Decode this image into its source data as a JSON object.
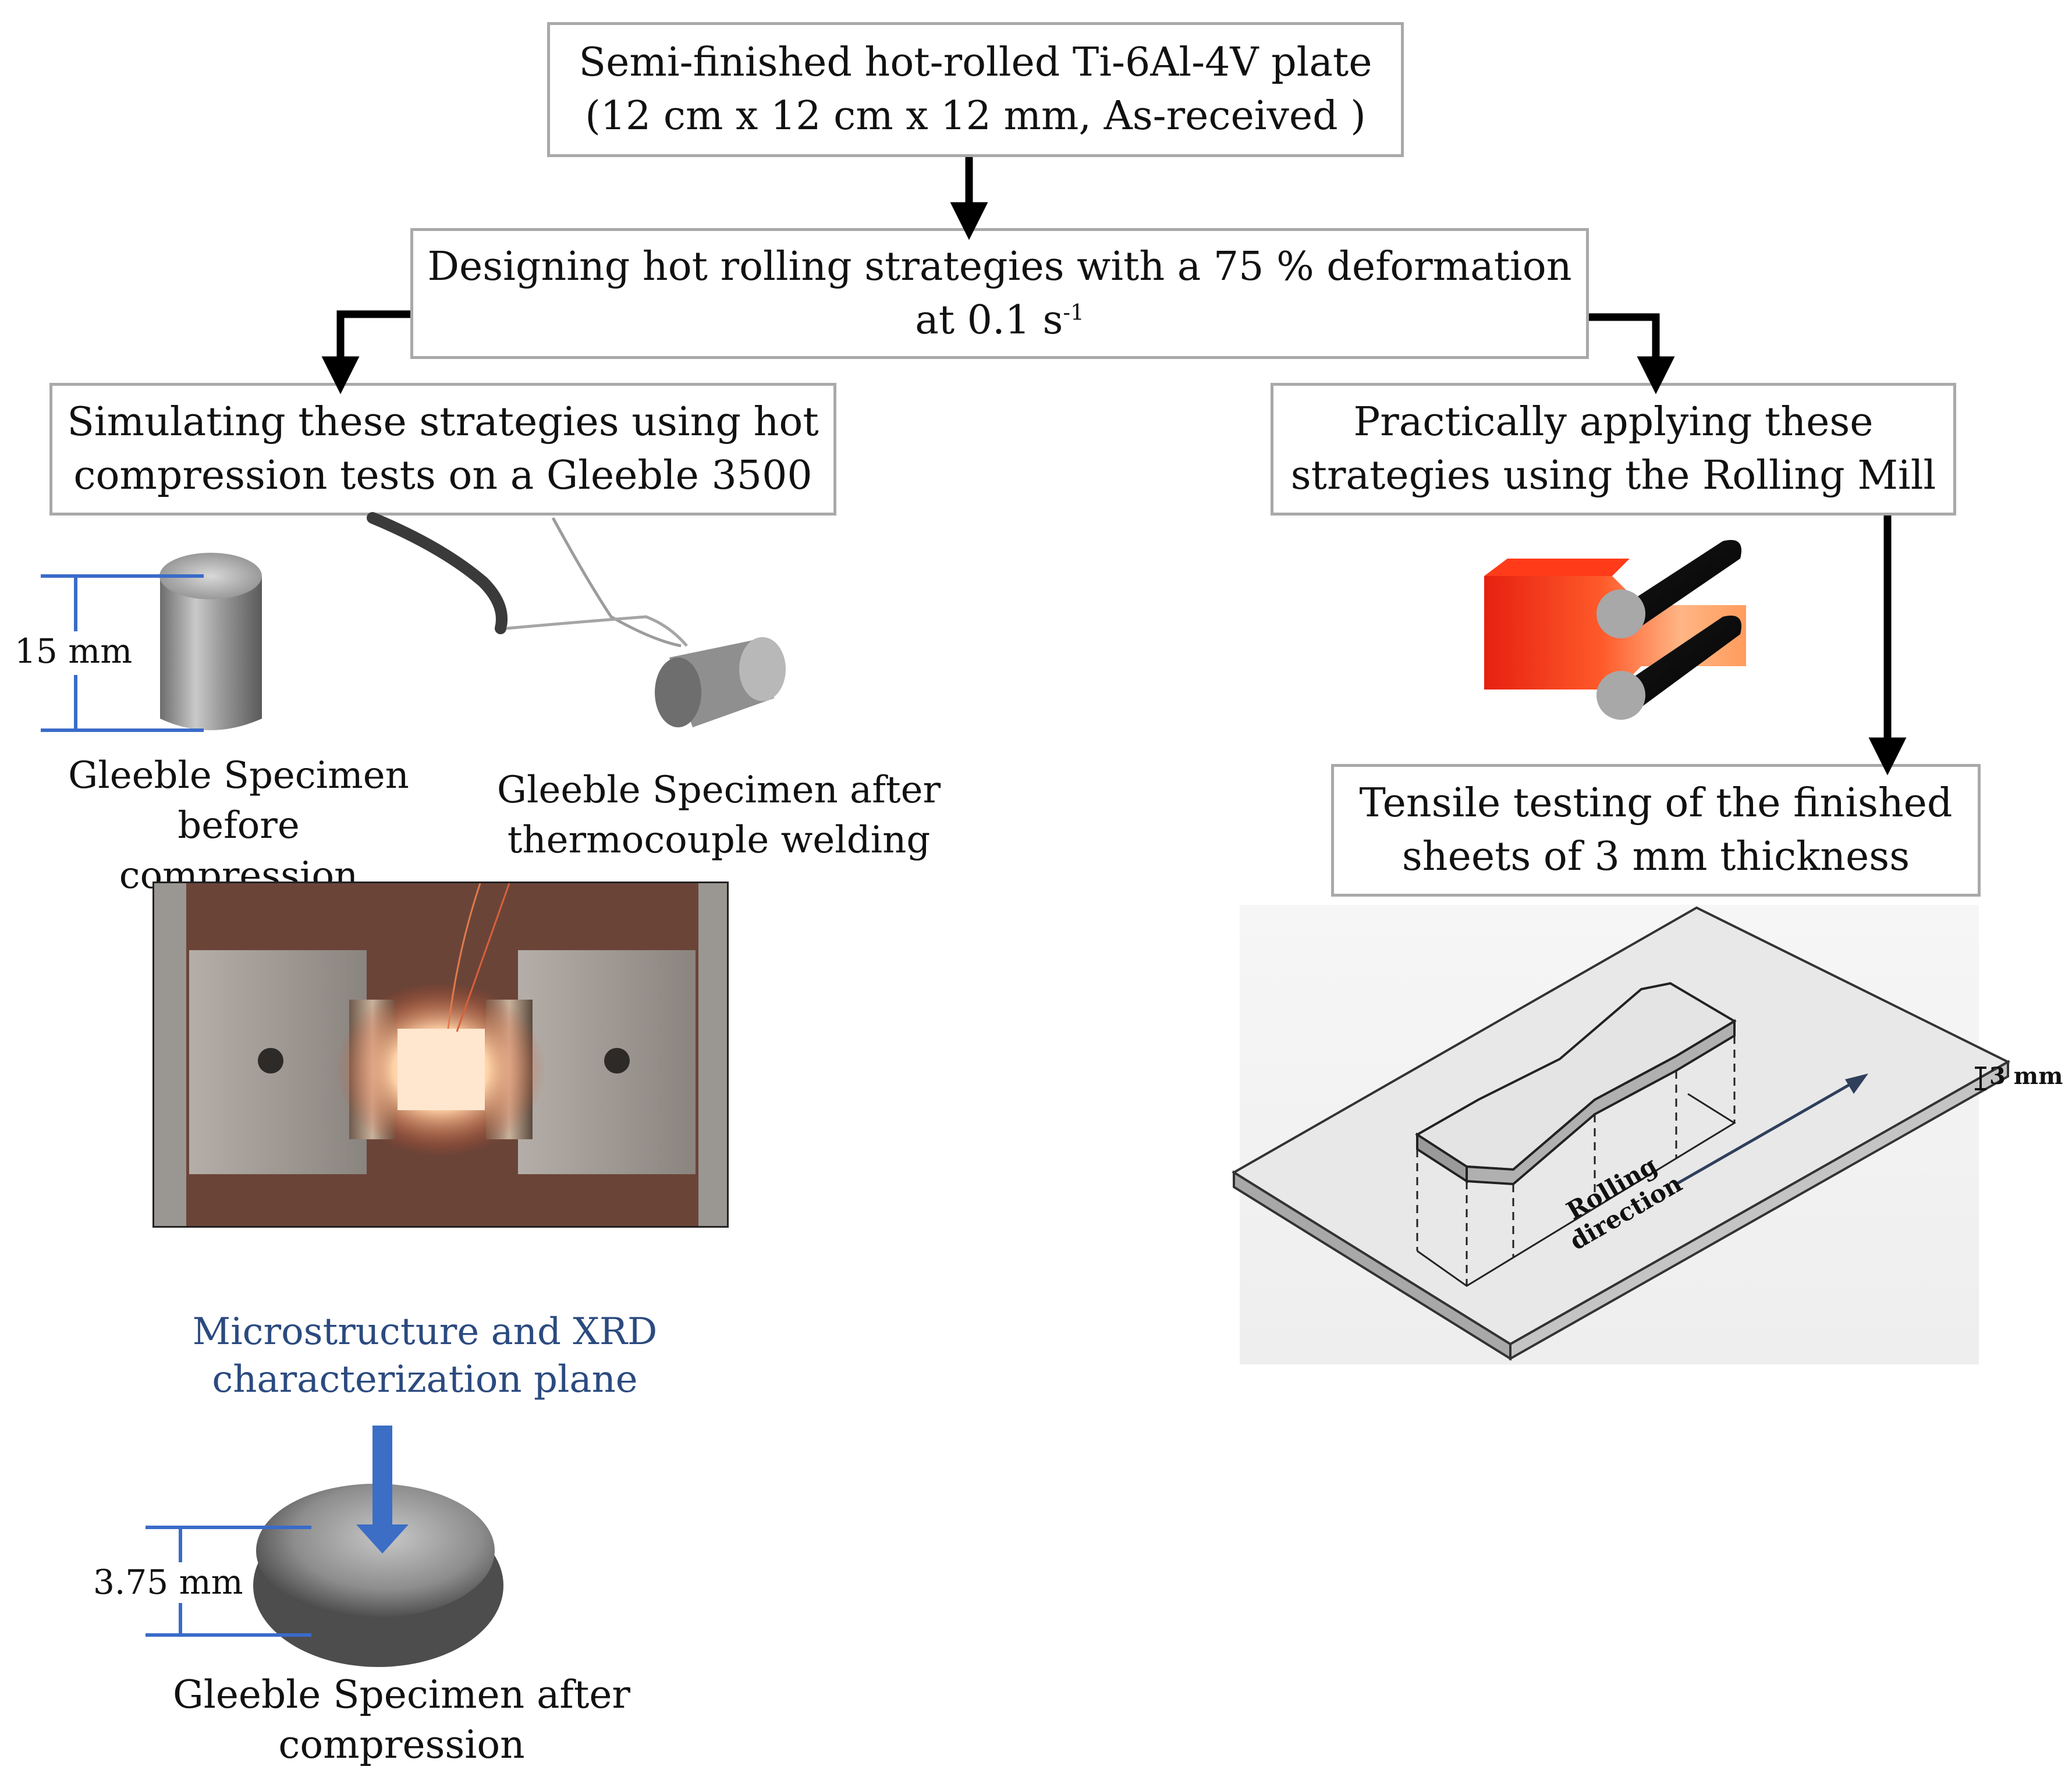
{
  "boxes": {
    "top": {
      "line1": "Semi-finished hot-rolled Ti-6Al-4V plate",
      "line2": "(12 cm x 12 cm x 12 mm, As-received )"
    },
    "design": {
      "line1": "Designing hot rolling strategies with a 75 % deformation",
      "line2_pre": "at 0.1 s",
      "line2_sup": "-1"
    },
    "simulate": {
      "line1": "Simulating these strategies using hot",
      "line2": "compression tests on a Gleeble 3500"
    },
    "practical": {
      "line1": "Practically applying these",
      "line2": "strategies using the Rolling Mill"
    },
    "tensile": {
      "line1": "Tensile testing of the finished",
      "line2": "sheets of 3 mm thickness"
    }
  },
  "captions": {
    "before": {
      "line1": "Gleeble Specimen",
      "line2": "before compression"
    },
    "thermo": {
      "line1": "Gleeble Specimen after",
      "line2": "thermocouple welding"
    },
    "micro": {
      "line1": "Microstructure and XRD",
      "line2": "characterization plane"
    },
    "after": "Gleeble Specimen after compression"
  },
  "dimensions": {
    "height_before": "15 mm",
    "height_after": "3.75 mm",
    "sheet_thickness": "3 mm"
  },
  "sheet_labels": {
    "line1": "Rolling",
    "line2": "direction"
  },
  "colors": {
    "box_border": "#a9a9a9",
    "dimension_line": "#3a6bc9",
    "caption_blue": "#2b4a7f",
    "arrow": "#000000"
  }
}
